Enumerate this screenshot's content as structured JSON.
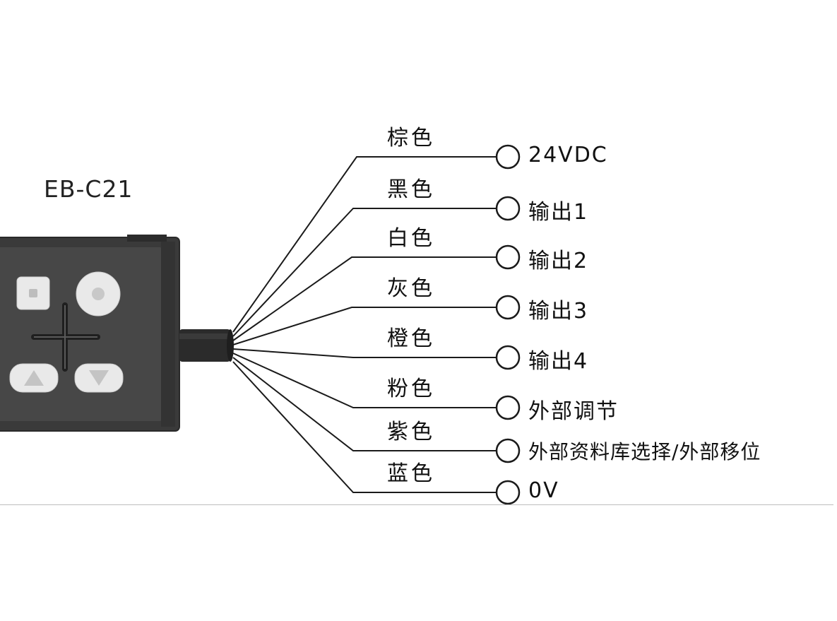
{
  "device": {
    "model": "EB-C21",
    "body_color": "#3c3c3c",
    "button_color": "#e8e8e8"
  },
  "wires": [
    {
      "color_name": "棕色",
      "terminal": "24VDC"
    },
    {
      "color_name": "黑色",
      "terminal": "输出1"
    },
    {
      "color_name": "白色",
      "terminal": "输出2"
    },
    {
      "color_name": "灰色",
      "terminal": "输出3"
    },
    {
      "color_name": "橙色",
      "terminal": "输出4"
    },
    {
      "color_name": "粉色",
      "terminal": "外部调节"
    },
    {
      "color_name": "紫色",
      "terminal": "外部资料库选择/外部移位"
    },
    {
      "color_name": "蓝色",
      "terminal": "0V"
    }
  ],
  "icons": {
    "buttons": [
      "square-button-icon",
      "circle-button-icon",
      "up-arrow-button-icon",
      "down-arrow-button-icon"
    ],
    "terminal": "terminal-circle-icon"
  }
}
